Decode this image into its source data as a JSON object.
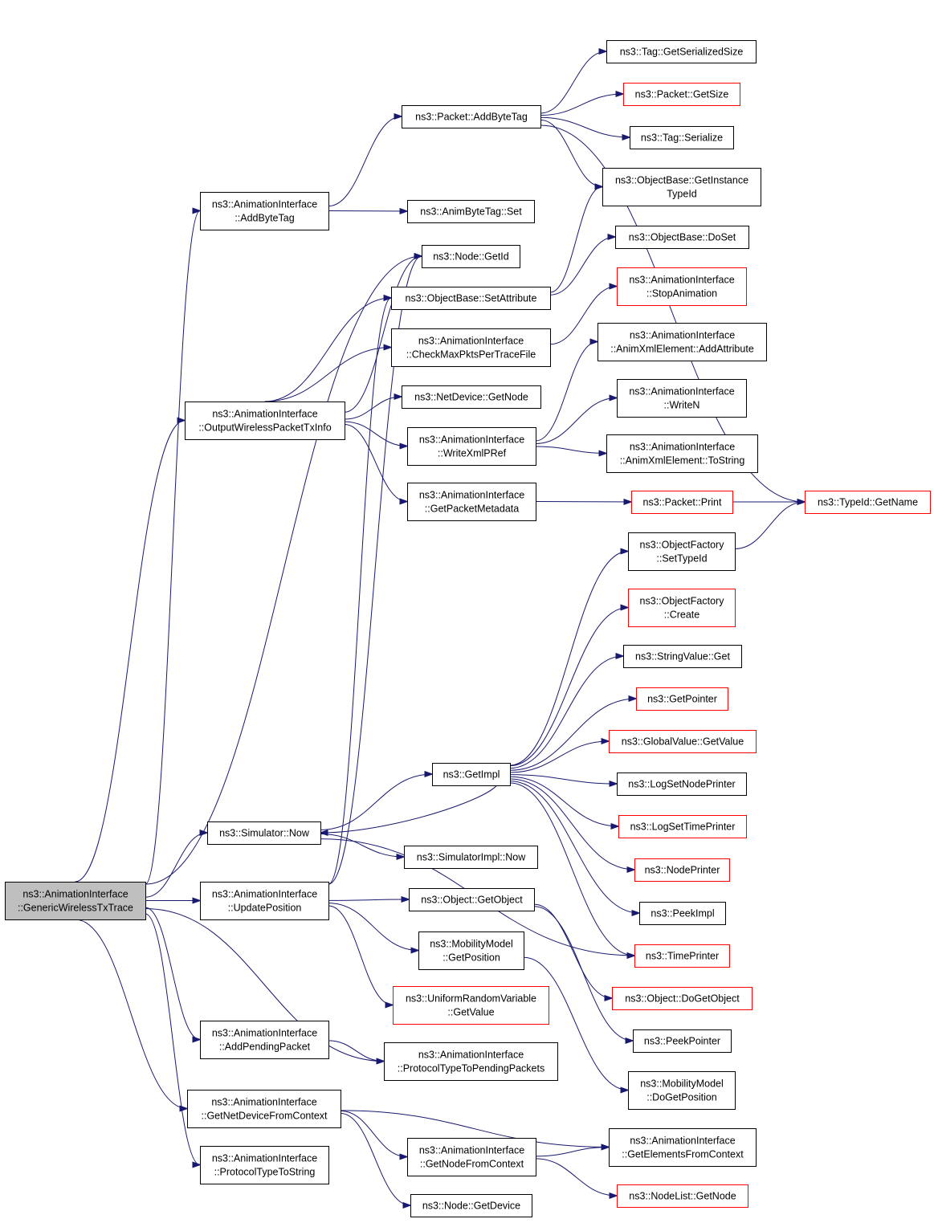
{
  "colors": {
    "edge": "#191970",
    "border_default": "#000000",
    "border_undocumented": "#ff0000",
    "root_fill": "#bfbfbf"
  },
  "nodes": [
    {
      "id": "root",
      "lines": [
        "ns3::AnimationInterface",
        "::GenericWirelessTxTrace"
      ],
      "style": "root"
    },
    {
      "id": "addbytetag_ai",
      "lines": [
        "ns3::AnimationInterface",
        "::AddByteTag"
      ],
      "style": "normal"
    },
    {
      "id": "packet_addbytetag",
      "lines": [
        "ns3::Packet::AddByteTag"
      ],
      "style": "normal"
    },
    {
      "id": "tag_getserializedsize",
      "lines": [
        "ns3::Tag::GetSerializedSize"
      ],
      "style": "normal"
    },
    {
      "id": "packet_getsize",
      "lines": [
        "ns3::Packet::GetSize"
      ],
      "style": "undocumented"
    },
    {
      "id": "tag_serialize",
      "lines": [
        "ns3::Tag::Serialize"
      ],
      "style": "normal"
    },
    {
      "id": "objectbase_getinstancetypeid",
      "lines": [
        "ns3::ObjectBase::GetInstance",
        "TypeId"
      ],
      "style": "normal"
    },
    {
      "id": "animbytetag_set",
      "lines": [
        "ns3::AnimByteTag::Set"
      ],
      "style": "normal"
    },
    {
      "id": "objectbase_doset",
      "lines": [
        "ns3::ObjectBase::DoSet"
      ],
      "style": "normal"
    },
    {
      "id": "node_getid",
      "lines": [
        "ns3::Node::GetId"
      ],
      "style": "normal"
    },
    {
      "id": "objectbase_setattribute",
      "lines": [
        "ns3::ObjectBase::SetAttribute"
      ],
      "style": "normal"
    },
    {
      "id": "ai_stopanimation",
      "lines": [
        "ns3::AnimationInterface",
        "::StopAnimation"
      ],
      "style": "undocumented"
    },
    {
      "id": "ai_checkmaxpkts",
      "lines": [
        "ns3::AnimationInterface",
        "::CheckMaxPktsPerTraceFile"
      ],
      "style": "normal"
    },
    {
      "id": "ai_addattribute",
      "lines": [
        "ns3::AnimationInterface",
        "::AnimXmlElement::AddAttribute"
      ],
      "style": "normal"
    },
    {
      "id": "netdevice_getnode",
      "lines": [
        "ns3::NetDevice::GetNode"
      ],
      "style": "normal"
    },
    {
      "id": "ai_outputwireless",
      "lines": [
        "ns3::AnimationInterface",
        "::OutputWirelessPacketTxInfo"
      ],
      "style": "normal"
    },
    {
      "id": "ai_writen",
      "lines": [
        "ns3::AnimationInterface",
        "::WriteN"
      ],
      "style": "normal"
    },
    {
      "id": "ai_writexmlpref",
      "lines": [
        "ns3::AnimationInterface",
        "::WriteXmlPRef"
      ],
      "style": "normal"
    },
    {
      "id": "ai_tostring",
      "lines": [
        "ns3::AnimationInterface",
        "::AnimXmlElement::ToString"
      ],
      "style": "normal"
    },
    {
      "id": "ai_getpacketmetadata",
      "lines": [
        "ns3::AnimationInterface",
        "::GetPacketMetadata"
      ],
      "style": "normal"
    },
    {
      "id": "packet_print",
      "lines": [
        "ns3::Packet::Print"
      ],
      "style": "undocumented"
    },
    {
      "id": "typeid_getname",
      "lines": [
        "ns3::TypeId::GetName"
      ],
      "style": "undocumented"
    },
    {
      "id": "objectfactory_settypeid",
      "lines": [
        "ns3::ObjectFactory",
        "::SetTypeId"
      ],
      "style": "normal"
    },
    {
      "id": "objectfactory_create",
      "lines": [
        "ns3::ObjectFactory",
        "::Create"
      ],
      "style": "undocumented"
    },
    {
      "id": "stringvalue_get",
      "lines": [
        "ns3::StringValue::Get"
      ],
      "style": "normal"
    },
    {
      "id": "getpointer",
      "lines": [
        "ns3::GetPointer"
      ],
      "style": "undocumented"
    },
    {
      "id": "globalvalue_getvalue",
      "lines": [
        "ns3::GlobalValue::GetValue"
      ],
      "style": "undocumented"
    },
    {
      "id": "getimpl",
      "lines": [
        "ns3::GetImpl"
      ],
      "style": "normal"
    },
    {
      "id": "logsetnodeprinter",
      "lines": [
        "ns3::LogSetNodePrinter"
      ],
      "style": "normal"
    },
    {
      "id": "simulator_now",
      "lines": [
        "ns3::Simulator::Now"
      ],
      "style": "normal"
    },
    {
      "id": "logsettimeprinter",
      "lines": [
        "ns3::LogSetTimePrinter"
      ],
      "style": "undocumented"
    },
    {
      "id": "simulatorimpl_now",
      "lines": [
        "ns3::SimulatorImpl::Now"
      ],
      "style": "normal"
    },
    {
      "id": "nodeprinter",
      "lines": [
        "ns3::NodePrinter"
      ],
      "style": "undocumented"
    },
    {
      "id": "ai_updateposition",
      "lines": [
        "ns3::AnimationInterface",
        "::UpdatePosition"
      ],
      "style": "normal"
    },
    {
      "id": "object_getobject",
      "lines": [
        "ns3::Object::GetObject"
      ],
      "style": "normal"
    },
    {
      "id": "peekimpl",
      "lines": [
        "ns3::PeekImpl"
      ],
      "style": "normal"
    },
    {
      "id": "mobilitymodel_getposition",
      "lines": [
        "ns3::MobilityModel",
        "::GetPosition"
      ],
      "style": "normal"
    },
    {
      "id": "timeprinter",
      "lines": [
        "ns3::TimePrinter"
      ],
      "style": "undocumented"
    },
    {
      "id": "uniformrandom_getvalue",
      "lines": [
        "ns3::UniformRandomVariable",
        "::GetValue"
      ],
      "style": "undocumented"
    },
    {
      "id": "object_dogetobject",
      "lines": [
        "ns3::Object::DoGetObject"
      ],
      "style": "undocumented"
    },
    {
      "id": "ai_addpendingpacket",
      "lines": [
        "ns3::AnimationInterface",
        "::AddPendingPacket"
      ],
      "style": "normal"
    },
    {
      "id": "ai_protocoltypetopending",
      "lines": [
        "ns3::AnimationInterface",
        "::ProtocolTypeToPendingPackets"
      ],
      "style": "normal"
    },
    {
      "id": "peekpointer",
      "lines": [
        "ns3::PeekPointer"
      ],
      "style": "normal"
    },
    {
      "id": "mobilitymodel_dogetposition",
      "lines": [
        "ns3::MobilityModel",
        "::DoGetPosition"
      ],
      "style": "normal"
    },
    {
      "id": "ai_getnetdevicefromcontext",
      "lines": [
        "ns3::AnimationInterface",
        "::GetNetDeviceFromContext"
      ],
      "style": "normal"
    },
    {
      "id": "ai_getelementsfromcontext",
      "lines": [
        "ns3::AnimationInterface",
        "::GetElementsFromContext"
      ],
      "style": "normal"
    },
    {
      "id": "ai_getnodefromcontext",
      "lines": [
        "ns3::AnimationInterface",
        "::GetNodeFromContext"
      ],
      "style": "normal"
    },
    {
      "id": "ai_protocoltypetostring",
      "lines": [
        "ns3::AnimationInterface",
        "::ProtocolTypeToString"
      ],
      "style": "normal"
    },
    {
      "id": "nodelist_getnode",
      "lines": [
        "ns3::NodeList::GetNode"
      ],
      "style": "undocumented"
    },
    {
      "id": "node_getdevice",
      "lines": [
        "ns3::Node::GetDevice"
      ],
      "style": "normal"
    }
  ],
  "edges": [
    [
      "root",
      "addbytetag_ai"
    ],
    [
      "root",
      "node_getid"
    ],
    [
      "root",
      "ai_outputwireless"
    ],
    [
      "root",
      "simulator_now"
    ],
    [
      "root",
      "ai_updateposition"
    ],
    [
      "root",
      "ai_addpendingpacket"
    ],
    [
      "root",
      "ai_protocoltypetopending"
    ],
    [
      "root",
      "ai_getnetdevicefromcontext"
    ],
    [
      "root",
      "ai_protocoltypetostring"
    ],
    [
      "addbytetag_ai",
      "packet_addbytetag"
    ],
    [
      "addbytetag_ai",
      "animbytetag_set"
    ],
    [
      "packet_addbytetag",
      "tag_getserializedsize"
    ],
    [
      "packet_addbytetag",
      "packet_getsize"
    ],
    [
      "packet_addbytetag",
      "tag_serialize"
    ],
    [
      "packet_addbytetag",
      "objectbase_getinstancetypeid"
    ],
    [
      "packet_addbytetag",
      "typeid_getname"
    ],
    [
      "ai_outputwireless",
      "node_getid"
    ],
    [
      "ai_outputwireless",
      "objectbase_setattribute"
    ],
    [
      "ai_outputwireless",
      "ai_checkmaxpkts"
    ],
    [
      "ai_outputwireless",
      "netdevice_getnode"
    ],
    [
      "ai_outputwireless",
      "ai_writexmlpref"
    ],
    [
      "ai_outputwireless",
      "ai_getpacketmetadata"
    ],
    [
      "objectbase_setattribute",
      "objectbase_getinstancetypeid"
    ],
    [
      "objectbase_setattribute",
      "objectbase_doset"
    ],
    [
      "ai_checkmaxpkts",
      "ai_stopanimation"
    ],
    [
      "ai_writexmlpref",
      "ai_addattribute"
    ],
    [
      "ai_writexmlpref",
      "ai_writen"
    ],
    [
      "ai_writexmlpref",
      "ai_tostring"
    ],
    [
      "ai_getpacketmetadata",
      "packet_print"
    ],
    [
      "packet_print",
      "typeid_getname"
    ],
    [
      "objectfactory_settypeid",
      "typeid_getname"
    ],
    [
      "simulator_now",
      "getimpl"
    ],
    [
      "simulator_now",
      "simulatorimpl_now"
    ],
    [
      "getimpl",
      "objectfactory_settypeid"
    ],
    [
      "getimpl",
      "objectfactory_create"
    ],
    [
      "getimpl",
      "stringvalue_get"
    ],
    [
      "getimpl",
      "getpointer"
    ],
    [
      "getimpl",
      "globalvalue_getvalue"
    ],
    [
      "getimpl",
      "logsetnodeprinter"
    ],
    [
      "getimpl",
      "logsettimeprinter"
    ],
    [
      "getimpl",
      "nodeprinter"
    ],
    [
      "getimpl",
      "peekimpl"
    ],
    [
      "getimpl",
      "timeprinter"
    ],
    [
      "getimpl",
      "simulator_now"
    ],
    [
      "simulator_now",
      "timeprinter"
    ],
    [
      "ai_updateposition",
      "node_getid"
    ],
    [
      "ai_updateposition",
      "objectbase_setattribute"
    ],
    [
      "ai_updateposition",
      "object_getobject"
    ],
    [
      "ai_updateposition",
      "mobilitymodel_getposition"
    ],
    [
      "ai_updateposition",
      "uniformrandom_getvalue"
    ],
    [
      "object_getobject",
      "object_dogetobject"
    ],
    [
      "object_getobject",
      "peekpointer"
    ],
    [
      "mobilitymodel_getposition",
      "mobilitymodel_dogetposition"
    ],
    [
      "ai_addpendingpacket",
      "ai_protocoltypetopending"
    ],
    [
      "ai_getnetdevicefromcontext",
      "ai_getelementsfromcontext"
    ],
    [
      "ai_getnetdevicefromcontext",
      "ai_getnodefromcontext"
    ],
    [
      "ai_getnetdevicefromcontext",
      "node_getdevice"
    ],
    [
      "ai_getnodefromcontext",
      "ai_getelementsfromcontext"
    ],
    [
      "ai_getnodefromcontext",
      "nodelist_getnode"
    ]
  ]
}
